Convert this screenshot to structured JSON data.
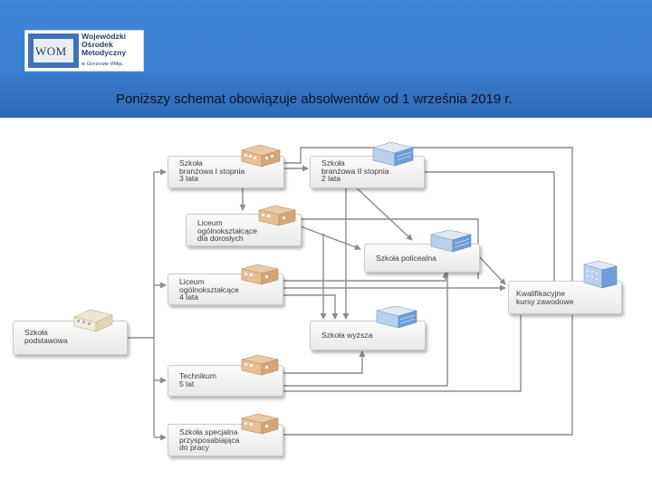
{
  "header": {
    "logo_abbr": "WOM",
    "logo_line1": "Wojewódzki",
    "logo_line2": "Ośrodek",
    "logo_line3": "Metodyczny",
    "logo_line4": "w Gorzowie Wlkp.",
    "headline": "Poniższy schemat obowiązuje absolwentów  od  1 września 2019 r."
  },
  "boxes": {
    "szkola_podstawowa": "Szkoła\npodstawowa",
    "branzowa_1": "Szkoła\nbranżowa I stopnia\n3 lata",
    "branzowa_2": "Szkoła\nbranżowa II stopnia\n2 lata",
    "liceum_doroslych": "Liceum\nogólnokształcące\ndla dorosłych",
    "szkola_policealna": "Szkoła policealna",
    "liceum_4": "Liceum\nogólnokształcące\n4 lata",
    "kwalifikacyjne": "Kwalifikacyjne\nkursy zawodowe",
    "szkola_wyzsza": "Szkoła wyższa",
    "technikum": "Technikum\n5 lat",
    "specjalna": "Szkoła specjalna\nprzysposabiająca\ndo pracy"
  },
  "colors": {
    "header_blue": "#3f86d6",
    "line_gray": "#8c8c8c",
    "brick": "#d9b48b",
    "glass": "#6f9ed6"
  }
}
